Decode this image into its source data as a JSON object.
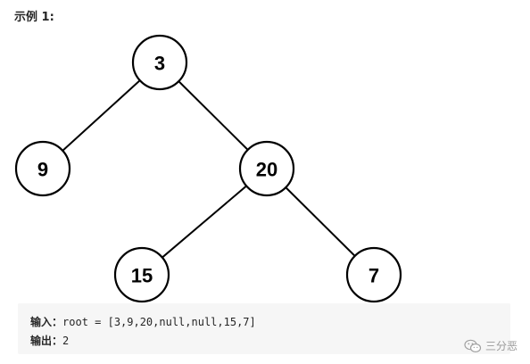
{
  "heading": "示例 1:",
  "tree": {
    "nodes": [
      {
        "id": "n3",
        "label": "3"
      },
      {
        "id": "n9",
        "label": "9"
      },
      {
        "id": "n20",
        "label": "20"
      },
      {
        "id": "n15",
        "label": "15"
      },
      {
        "id": "n7",
        "label": "7"
      }
    ],
    "edges": [
      {
        "from": "n3",
        "to": "n9"
      },
      {
        "from": "n3",
        "to": "n20"
      },
      {
        "from": "n20",
        "to": "n15"
      },
      {
        "from": "n20",
        "to": "n7"
      }
    ]
  },
  "example": {
    "input_label": "输入：",
    "input_value": "root = [3,9,20,null,null,15,7]",
    "output_label": "输出：",
    "output_value": "2"
  },
  "watermark": {
    "icon": "wechat-icon",
    "text": "三分恶"
  }
}
